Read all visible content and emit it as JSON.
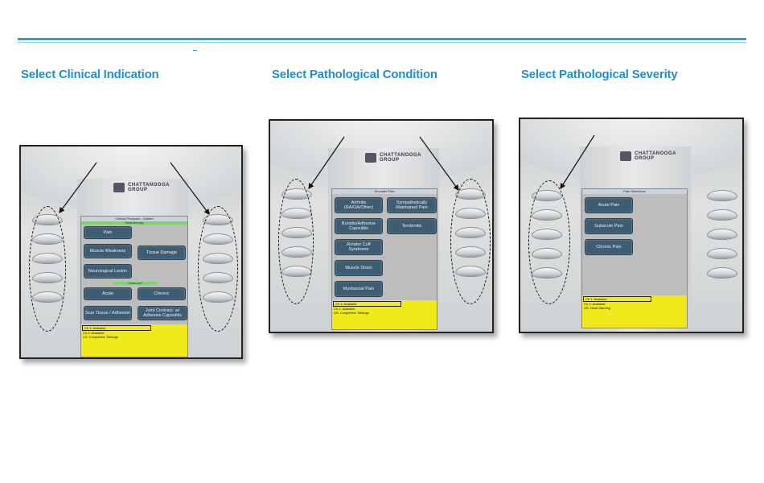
{
  "headings": {
    "clinical": "Select Clinical Indication",
    "pathological_condition": "Select Pathological Condition",
    "pathological_severity": "Select Pathological Severity"
  },
  "device": {
    "logo_line1": "CHATTANOOGA",
    "logo_line2": "GROUP"
  },
  "panel1": {
    "screen_title": "Clinical Protocols - Guided",
    "section_a": "Electrotherapy",
    "section_b": "Ultrasound",
    "buttons": {
      "pain": "Pain",
      "muscle_weakness": "Muscle Weakness",
      "tissue_damage": "Tissue Damage",
      "neurological_lesion": "Neurological Lesion",
      "acute": "Acute",
      "chronic": "Chronic",
      "scar_tissue": "Scar Tissue / Adhesion",
      "joint_contract": "Joint Contract. w/ Adhesive Capsulitis"
    },
    "status": [
      "Ch 1: Available",
      "Ch 2: Available",
      "US: Completed: Settings"
    ]
  },
  "panel2": {
    "screen_title": "Shoulder Pain",
    "buttons": {
      "arthritis": "Arthritis (RA/OA/Other)",
      "sympathetically": "Sympathetically Maintained Pain",
      "bursitis": "Bursitis/Adhesive Capsulitis",
      "tendonitis": "Tendonitis",
      "rotator_cuff": "Rotator Cuff Syndrome",
      "muscle_strain": "Muscle Strain",
      "myofascial": "Myofascial Pain"
    },
    "status": [
      "Ch 1: Available",
      "Ch 2: Available",
      "US: Completed: Settings"
    ]
  },
  "panel3": {
    "screen_title": "Pain Selections",
    "buttons": {
      "acute": "Acute Pain",
      "subacute": "Subacute Pain",
      "chronic": "Chronic Pain"
    },
    "status": [
      "Ch 1: Available",
      "Ch 2: Available",
      "US: Head Warning"
    ]
  }
}
